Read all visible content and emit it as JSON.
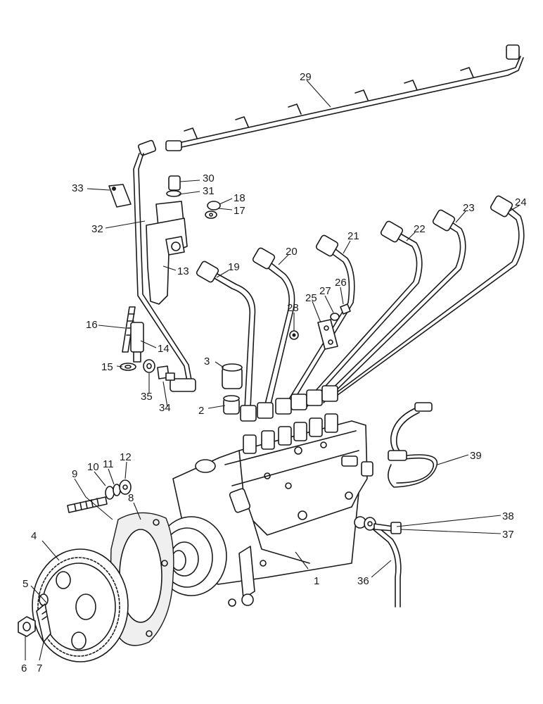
{
  "callouts": [
    "1",
    "2",
    "3",
    "4",
    "5",
    "6",
    "7",
    "8",
    "9",
    "10",
    "11",
    "12",
    "13",
    "14",
    "15",
    "16",
    "17",
    "18",
    "19",
    "20",
    "21",
    "22",
    "23",
    "24",
    "25",
    "26",
    "27",
    "28",
    "29",
    "30",
    "31",
    "32",
    "33",
    "34",
    "35",
    "36",
    "37",
    "38",
    "39"
  ]
}
